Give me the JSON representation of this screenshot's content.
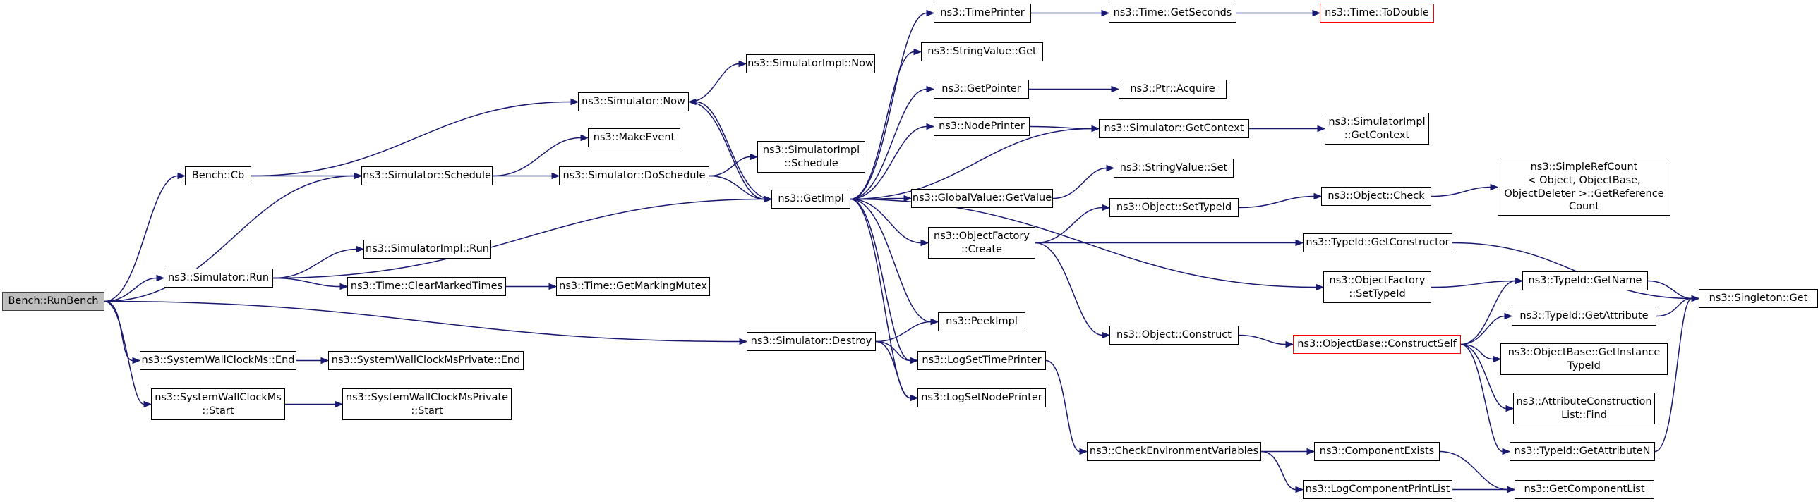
{
  "nodes": [
    {
      "id": "runbench",
      "label": [
        "Bench::RunBench"
      ],
      "root": true
    },
    {
      "id": "cb",
      "label": [
        "Bench::Cb"
      ]
    },
    {
      "id": "sim_schedule",
      "label": [
        "ns3::Simulator::Schedule"
      ]
    },
    {
      "id": "sim_run",
      "label": [
        "ns3::Simulator::Run"
      ]
    },
    {
      "id": "sim_destroy",
      "label": [
        "ns3::Simulator::Destroy"
      ]
    },
    {
      "id": "swc_end",
      "label": [
        "ns3::SystemWallClockMs::End"
      ]
    },
    {
      "id": "swc_start",
      "label": [
        "ns3::SystemWallClockMs",
        "::Start"
      ]
    },
    {
      "id": "sim_now",
      "label": [
        "ns3::Simulator::Now"
      ]
    },
    {
      "id": "makeevent",
      "label": [
        "ns3::MakeEvent"
      ]
    },
    {
      "id": "sim_doschedule",
      "label": [
        "ns3::Simulator::DoSchedule"
      ]
    },
    {
      "id": "simimpl_run",
      "label": [
        "ns3::SimulatorImpl::Run"
      ]
    },
    {
      "id": "time_clear",
      "label": [
        "ns3::Time::ClearMarkedTimes"
      ]
    },
    {
      "id": "swcp_end",
      "label": [
        "ns3::SystemWallClockMsPrivate::End"
      ]
    },
    {
      "id": "swcp_start",
      "label": [
        "ns3::SystemWallClockMsPrivate",
        "::Start"
      ]
    },
    {
      "id": "simimpl_now",
      "label": [
        "ns3::SimulatorImpl::Now"
      ]
    },
    {
      "id": "simimpl_schedule",
      "label": [
        "ns3::SimulatorImpl",
        "::Schedule"
      ]
    },
    {
      "id": "time_mutex",
      "label": [
        "ns3::Time::GetMarkingMutex"
      ]
    },
    {
      "id": "getimpl",
      "label": [
        "ns3::GetImpl"
      ]
    },
    {
      "id": "timeprinter",
      "label": [
        "ns3::TimePrinter"
      ]
    },
    {
      "id": "stringvalue_get",
      "label": [
        "ns3::StringValue::Get"
      ]
    },
    {
      "id": "getpointer",
      "label": [
        "ns3::GetPointer"
      ]
    },
    {
      "id": "nodeprinter",
      "label": [
        "ns3::NodePrinter"
      ]
    },
    {
      "id": "gv_getvalue",
      "label": [
        "ns3::GlobalValue::GetValue"
      ]
    },
    {
      "id": "of_create",
      "label": [
        "ns3::ObjectFactory",
        "::Create"
      ]
    },
    {
      "id": "peekimpl",
      "label": [
        "ns3::PeekImpl"
      ]
    },
    {
      "id": "logsettimeprinter",
      "label": [
        "ns3::LogSetTimePrinter"
      ]
    },
    {
      "id": "logsetnodeprinter",
      "label": [
        "ns3::LogSetNodePrinter"
      ]
    },
    {
      "id": "time_getseconds",
      "label": [
        "ns3::Time::GetSeconds"
      ]
    },
    {
      "id": "ptr_acquire",
      "label": [
        "ns3::Ptr::Acquire"
      ]
    },
    {
      "id": "sim_getcontext",
      "label": [
        "ns3::Simulator::GetContext"
      ]
    },
    {
      "id": "stringvalue_set",
      "label": [
        "ns3::StringValue::Set"
      ]
    },
    {
      "id": "obj_settypeid",
      "label": [
        "ns3::Object::SetTypeId"
      ]
    },
    {
      "id": "obj_construct",
      "label": [
        "ns3::Object::Construct"
      ]
    },
    {
      "id": "checkenv",
      "label": [
        "ns3::CheckEnvironmentVariables"
      ]
    },
    {
      "id": "time_todouble",
      "label": [
        "ns3::Time::ToDouble"
      ],
      "red": true
    },
    {
      "id": "simimpl_getcontext",
      "label": [
        "ns3::SimulatorImpl",
        "::GetContext"
      ]
    },
    {
      "id": "obj_check",
      "label": [
        "ns3::Object::Check"
      ]
    },
    {
      "id": "typeid_getconstructor",
      "label": [
        "ns3::TypeId::GetConstructor"
      ]
    },
    {
      "id": "of_settypeid",
      "label": [
        "ns3::ObjectFactory",
        "::SetTypeId"
      ]
    },
    {
      "id": "objbase_constructself",
      "label": [
        "ns3::ObjectBase::ConstructSelf"
      ],
      "red": true
    },
    {
      "id": "componentexists",
      "label": [
        "ns3::ComponentExists"
      ]
    },
    {
      "id": "logcomponentprintlist",
      "label": [
        "ns3::LogComponentPrintList"
      ]
    },
    {
      "id": "simplerefcount",
      "label": [
        "ns3::SimpleRefCount",
        "< Object, ObjectBase,",
        "ObjectDeleter >::GetReference",
        "Count"
      ]
    },
    {
      "id": "typeid_getname",
      "label": [
        "ns3::TypeId::GetName"
      ]
    },
    {
      "id": "typeid_getattribute",
      "label": [
        "ns3::TypeId::GetAttribute"
      ]
    },
    {
      "id": "objbase_getinstancetypeid",
      "label": [
        "ns3::ObjectBase::GetInstance",
        "TypeId"
      ]
    },
    {
      "id": "attrconstr_find",
      "label": [
        "ns3::AttributeConstruction",
        "List::Find"
      ]
    },
    {
      "id": "typeid_getattributen",
      "label": [
        "ns3::TypeId::GetAttributeN"
      ]
    },
    {
      "id": "getcomponentlist",
      "label": [
        "ns3::GetComponentList"
      ]
    },
    {
      "id": "singleton_get",
      "label": [
        "ns3::Singleton::Get"
      ]
    }
  ]
}
